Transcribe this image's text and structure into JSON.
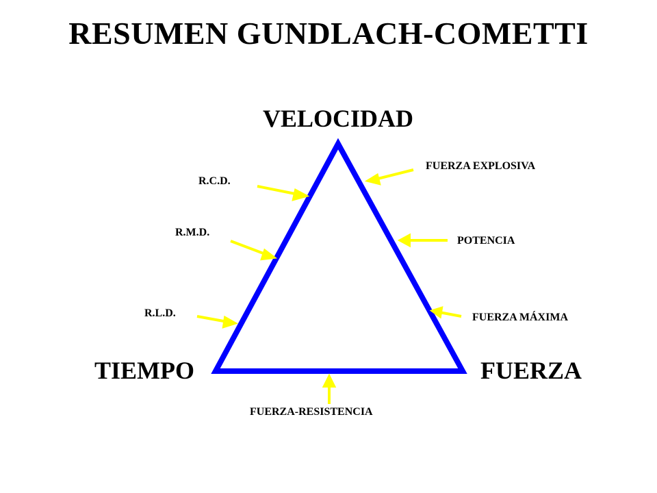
{
  "title": "RESUMEN GUNDLACH-COMETTI",
  "vertices": {
    "top": "VELOCIDAD",
    "left": "TIEMPO",
    "right": "FUERZA"
  },
  "labels": {
    "rcd": "R.C.D.",
    "rmd": "R.M.D.",
    "rld": "R.L.D.",
    "explosiva": "FUERZA EXPLOSIVA",
    "potencia": "POTENCIA",
    "maxima": "FUERZA MÁXIMA",
    "resistencia": "FUERZA-RESISTENCIA"
  },
  "colors": {
    "triangle": "#0000ff",
    "arrows": "#ffff00",
    "text": "#000000"
  }
}
